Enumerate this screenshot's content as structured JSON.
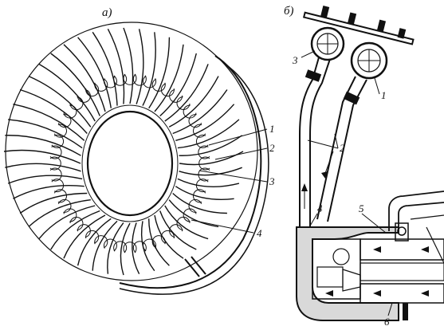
{
  "panel_a": {
    "label": "а)",
    "callouts": [
      "1",
      "2",
      "3",
      "4"
    ]
  },
  "panel_b": {
    "label": "б)",
    "callouts": [
      "1",
      "2",
      "3",
      "4",
      "5",
      "6"
    ]
  }
}
